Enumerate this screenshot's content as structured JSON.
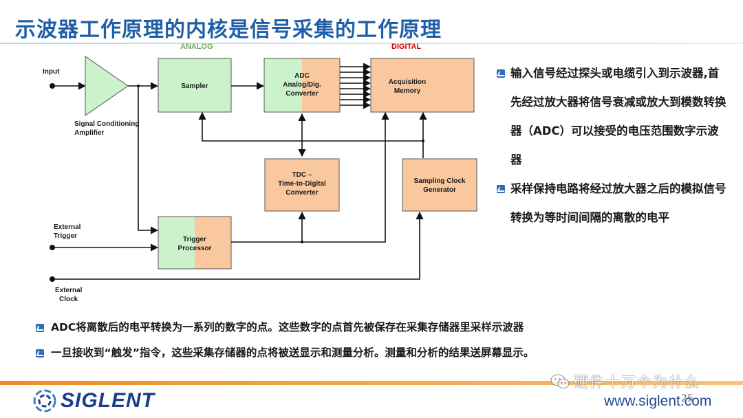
{
  "slide": {
    "title": "示波器工作原理的内核是信号采集的工作原理",
    "page_number": "25"
  },
  "diagram": {
    "section_analog": "ANALOG",
    "section_digital": "DIGITAL",
    "input_label": "Input",
    "amp_label": [
      "Signal Conditioning",
      "Amplifier"
    ],
    "sampler_label": "Sampler",
    "adc_label": [
      "ADC",
      "Analog/Dig.",
      "Converter"
    ],
    "acq_label": [
      "Acquisition",
      "Memory"
    ],
    "tdc_label": [
      "TDC –",
      "Time-to-Digital",
      "Converter"
    ],
    "clock_gen_label": [
      "Sampling Clock",
      "Generator"
    ],
    "trigger_label": [
      "Trigger",
      "Processor"
    ],
    "ext_trigger_label": [
      "External",
      "Trigger"
    ],
    "ext_clock_label": [
      "External",
      "Clock"
    ],
    "colors": {
      "analog_green": "#ccf2cc",
      "digital_orange": "#f9c89f",
      "section_analog": "#6aa84f",
      "section_digital": "#cc0000",
      "box_stroke": "#555555"
    }
  },
  "right_bullets": [
    "输入信号经过探头或电缆引入到示波器,首先经过放大器将信号衰减或放大到模数转换器（ADC）可以接受的电压范围数字示波器",
    "采样保持电路将经过放大器之后的模拟信号转换为等时间间隔的离散的电平"
  ],
  "bottom_bullets": [
    "ADC将离散后的电平转换为一系列的数字的点。这些数字的点首先被保存在采集存储器里采样示波器",
    "一旦接收到“触发”指令，这些采集存储器的点将被送显示和测量分析。测量和分析的结果送屏幕显示。"
  ],
  "footer": {
    "logo_text": "SIGLENT",
    "url": "www.siglent.com",
    "watermark": "硬件十万个为什么",
    "accent_color": "#f28b1e",
    "brand_color": "#1d3d8a"
  }
}
